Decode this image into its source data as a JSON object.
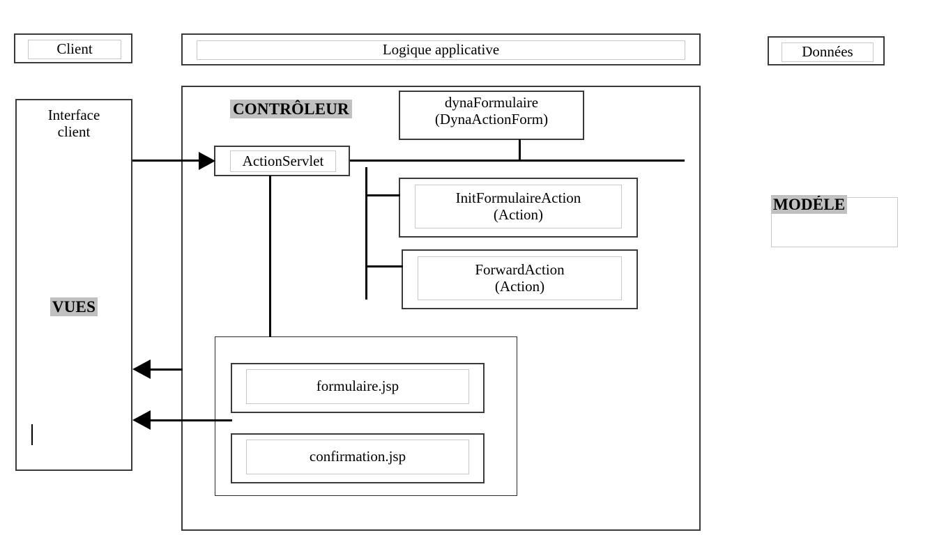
{
  "diagram": {
    "title_headers": {
      "client": "Client",
      "logic": "Logique applicative",
      "data": "Données"
    },
    "layers": {
      "views_label": "VUES",
      "controller_label": "CONTRÔLEUR",
      "model_label": "MODÉLE"
    },
    "client_interface": {
      "line1": "Interface",
      "line2": "client",
      "full": "Interface\nclient"
    },
    "controller_nodes": [
      {
        "name": "ActionServlet",
        "label": "ActionServlet"
      },
      {
        "name": "dynaFormulaire",
        "label": "dynaFormulaire\n(DynaActionForm)"
      },
      {
        "name": "InitFormulaireAction",
        "label": "InitFormulaireAction\n(Action)"
      },
      {
        "name": "ForwardAction",
        "label": "ForwardAction\n(Action)"
      }
    ],
    "view_nodes": [
      {
        "name": "formulaire",
        "label": "formulaire.jsp"
      },
      {
        "name": "confirmation",
        "label": "confirmation.jsp"
      }
    ],
    "colors": {
      "highlight": "#c0c0c0",
      "frame_border": "#3a3a3a",
      "inner_border": "#c8c8c8",
      "connector": "#000000",
      "background": "#ffffff"
    }
  }
}
